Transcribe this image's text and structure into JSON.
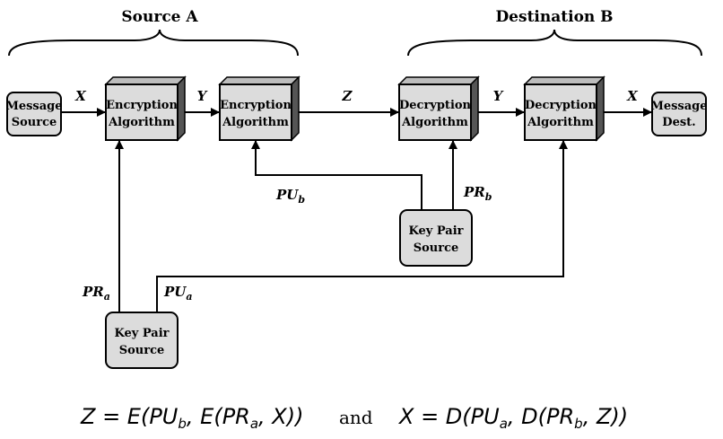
{
  "headers": {
    "source": "Source A",
    "destination": "Destination B"
  },
  "nodes": {
    "msg_source": [
      "Message",
      "Source"
    ],
    "enc1": [
      "Encryption",
      "Algorithm"
    ],
    "enc2": [
      "Encryption",
      "Algorithm"
    ],
    "dec1": [
      "Decryption",
      "Algorithm"
    ],
    "dec2": [
      "Decryption",
      "Algorithm"
    ],
    "msg_dest": [
      "Message",
      "Dest."
    ],
    "keypair_b": [
      "Key Pair",
      "Source"
    ],
    "keypair_a": [
      "Key Pair",
      "Source"
    ]
  },
  "flow_labels": {
    "x1": "X",
    "y1": "Y",
    "z": "Z",
    "y2": "Y",
    "x2": "X"
  },
  "key_labels": {
    "pub": {
      "base": "PU",
      "sub": "b"
    },
    "prb": {
      "base": "PR",
      "sub": "b"
    },
    "pra": {
      "base": "PR",
      "sub": "a"
    },
    "pua": {
      "base": "PU",
      "sub": "a"
    }
  },
  "equation": {
    "left": "Z = E(PU",
    "left_sub1": "b",
    "left_mid": ", E(PR",
    "left_sub2": "a",
    "left_end": ", X))",
    "and": "and",
    "right": "X = D(PU",
    "right_sub1": "a",
    "right_mid": ", D(PR",
    "right_sub2": "b",
    "right_end": ", Z))"
  }
}
